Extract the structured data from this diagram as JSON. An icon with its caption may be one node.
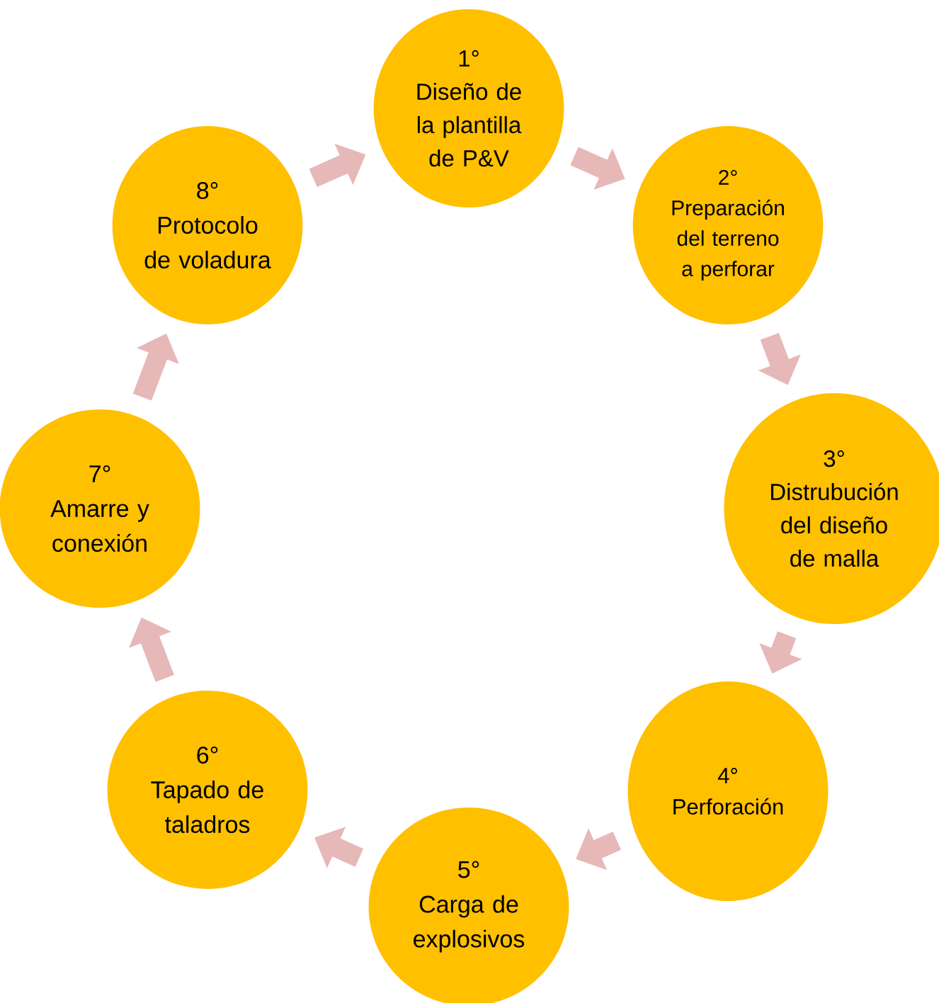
{
  "diagram": {
    "nodes": [
      {
        "text": [
          "1°",
          "Diseño de la plantilla de P&V"
        ]
      },
      {
        "text": [
          "2°",
          "Preparación del terreno a perforar"
        ]
      },
      {
        "text": [
          "3°",
          "Distrubución del diseño de malla"
        ]
      },
      {
        "text": [
          "4°",
          "Perforación"
        ]
      },
      {
        "text": [
          "5°",
          "Carga de explosivos"
        ]
      },
      {
        "text": [
          "6°",
          "Tapado de taladros"
        ]
      },
      {
        "text": [
          "7°",
          "Amarre y conexión"
        ]
      },
      {
        "text": [
          "8°",
          "Protocolo de voladura"
        ]
      }
    ],
    "edges": [
      {
        "from": 0,
        "to": 1,
        "arrow": "to"
      },
      {
        "from": 1,
        "to": 2,
        "arrow": "to"
      },
      {
        "from": 2,
        "to": 3,
        "arrow": "to"
      },
      {
        "from": 3,
        "to": 4,
        "arrow": "to"
      },
      {
        "from": 4,
        "to": 5,
        "arrow": "to"
      },
      {
        "from": 5,
        "to": 6,
        "arrow": "to"
      },
      {
        "from": 6,
        "to": 7,
        "arrow": "to"
      },
      {
        "from": 7,
        "to": 0,
        "arrow": "to"
      }
    ]
  }
}
